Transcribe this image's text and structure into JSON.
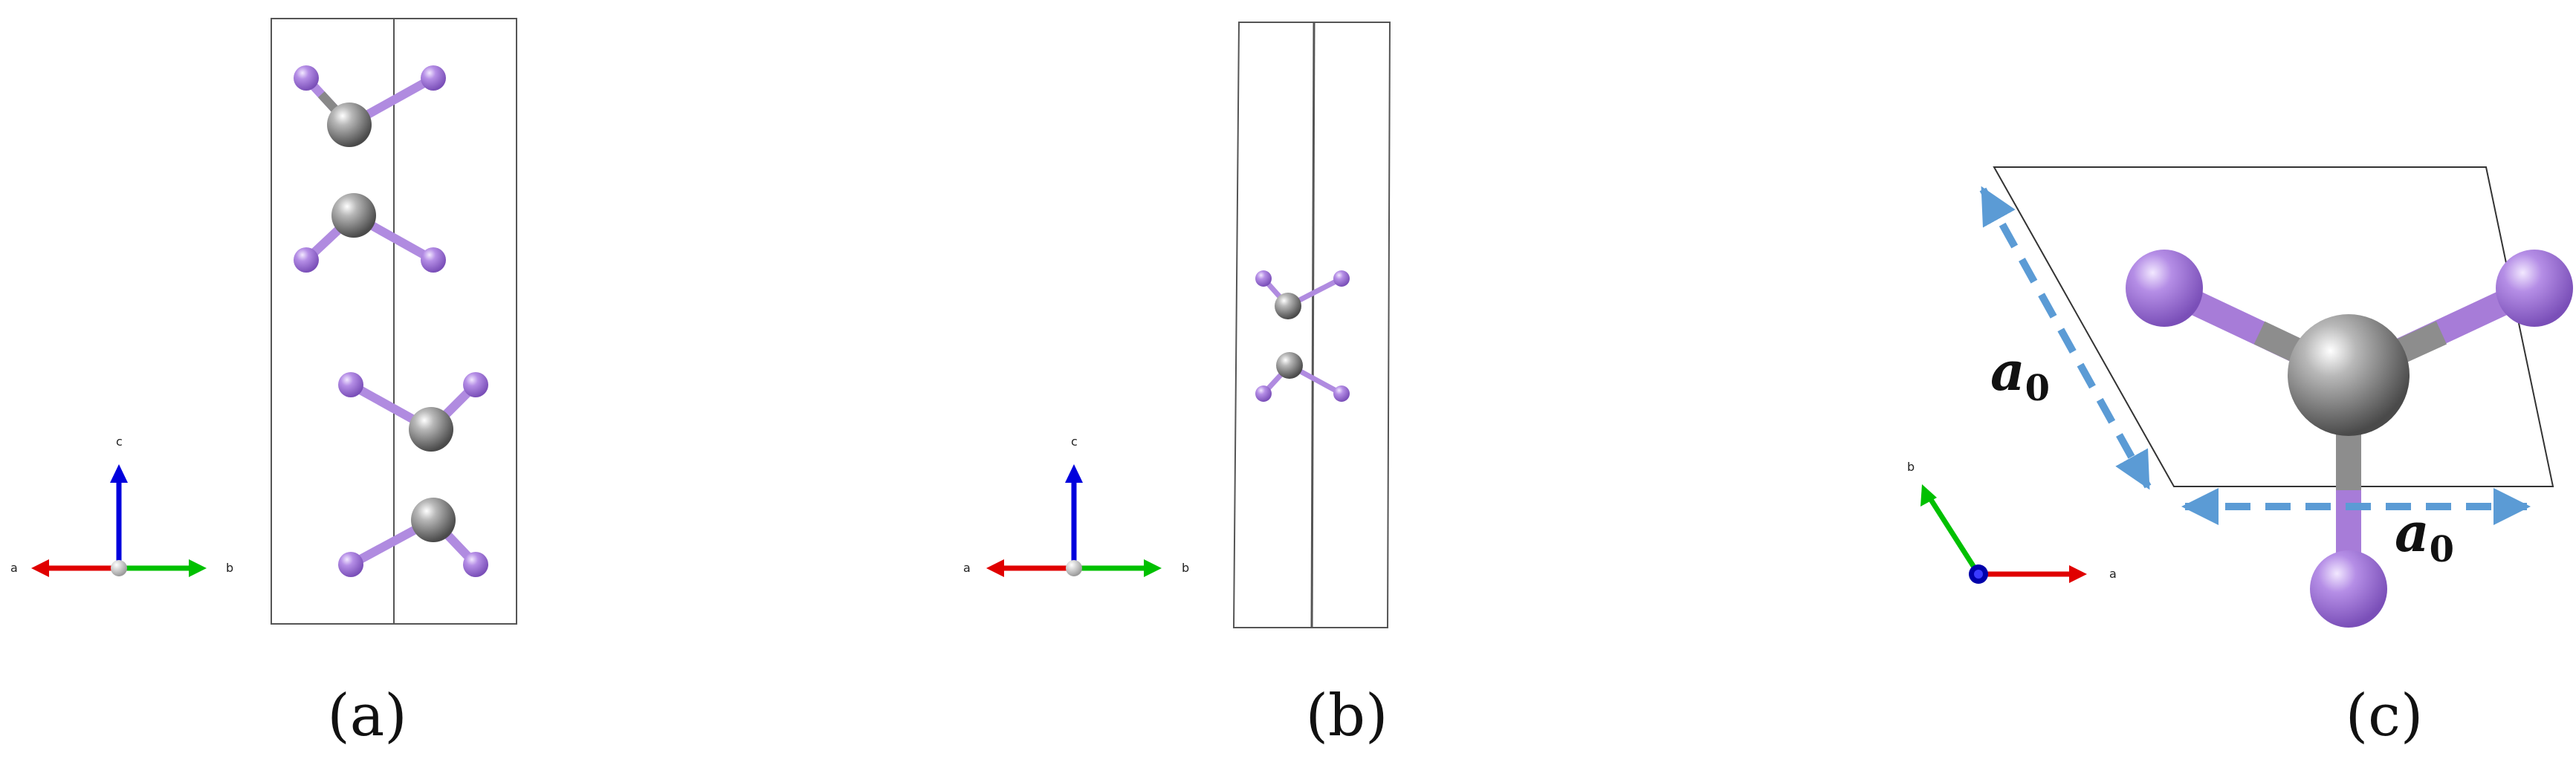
{
  "panels": [
    {
      "caption": "(a)",
      "axes": {
        "left": "a",
        "right": "b",
        "up": "c"
      }
    },
    {
      "caption": "(b)",
      "axes": {
        "left": "a",
        "right": "b",
        "up": "c"
      }
    },
    {
      "caption": "(c)",
      "axes": {
        "right": "a",
        "diag": "b"
      },
      "lattice_labels": [
        {
          "symbol": "a",
          "subscript": "0"
        },
        {
          "symbol": "a",
          "subscript": "0"
        }
      ]
    }
  ],
  "colors": {
    "metal_atom": "#808080",
    "ligand_atom": "#b08be0",
    "dimension_arrow": "#5b9bd5",
    "axis_a": "#e00000",
    "axis_b": "#00c000",
    "axis_c": "#0000dd"
  }
}
